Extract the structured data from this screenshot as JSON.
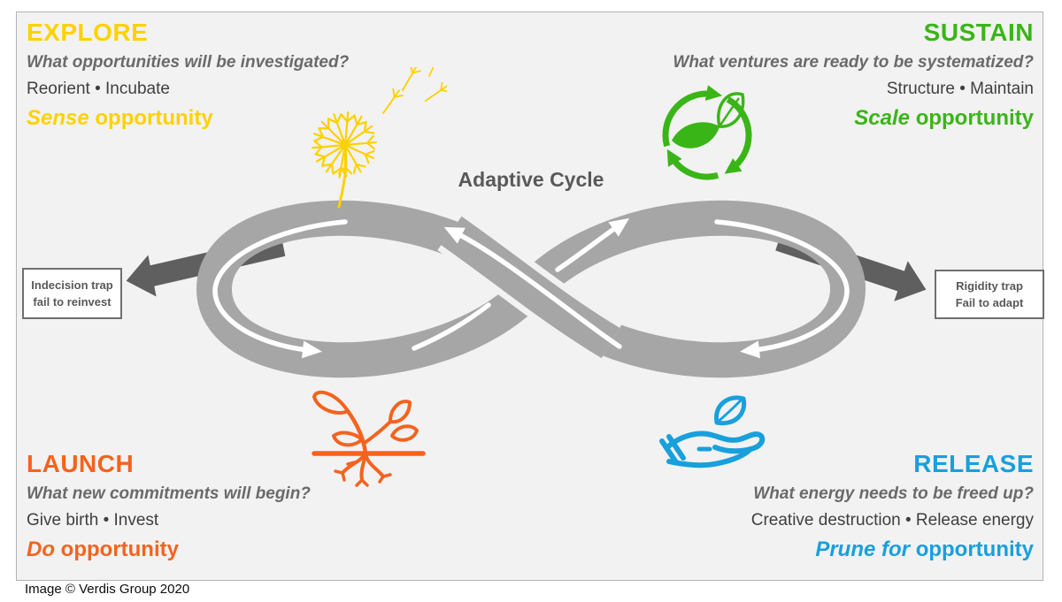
{
  "title": "Adaptive Cycle",
  "credit": "Image © Verdis Group 2020",
  "quadrants": {
    "explore": {
      "heading": "EXPLORE",
      "question": "What opportunities will be investigated?",
      "actions": "Reorient • Incubate",
      "tagline_em": "Sense",
      "tagline_rest": "opportunity",
      "color": "#FFD100",
      "icon": "dandelion-seeds-icon"
    },
    "sustain": {
      "heading": "SUSTAIN",
      "question": "What ventures are ready to be systematized?",
      "actions": "Structure • Maintain",
      "tagline_em": "Scale",
      "tagline_rest": "opportunity",
      "color": "#3AB517",
      "icon": "leaf-cycle-icon"
    },
    "launch": {
      "heading": "LAUNCH",
      "question": "What new commitments will begin?",
      "actions": "Give birth • Invest",
      "tagline_em": "Do",
      "tagline_rest": "opportunity",
      "color": "#F4631E",
      "icon": "sprouting-plant-icon"
    },
    "release": {
      "heading": "RELEASE",
      "question": "What energy needs to be freed up?",
      "actions": "Creative destruction • Release energy",
      "tagline_em": "Prune for",
      "tagline_rest": "opportunity",
      "color": "#18A0DC",
      "icon": "hand-holding-leaf-icon"
    }
  },
  "traps": {
    "left": {
      "line1": "Indecision trap",
      "line2": "fail to reinvest"
    },
    "right": {
      "line1": "Rigidity trap",
      "line2": "Fail to adapt"
    }
  },
  "colors": {
    "background": "#F2F2F2",
    "loop": "#A6A6A6",
    "dark_arrow": "#5F5F5F",
    "title_text": "#595959",
    "question_text": "#6A6A6A",
    "body_text": "#3F3F3F"
  }
}
